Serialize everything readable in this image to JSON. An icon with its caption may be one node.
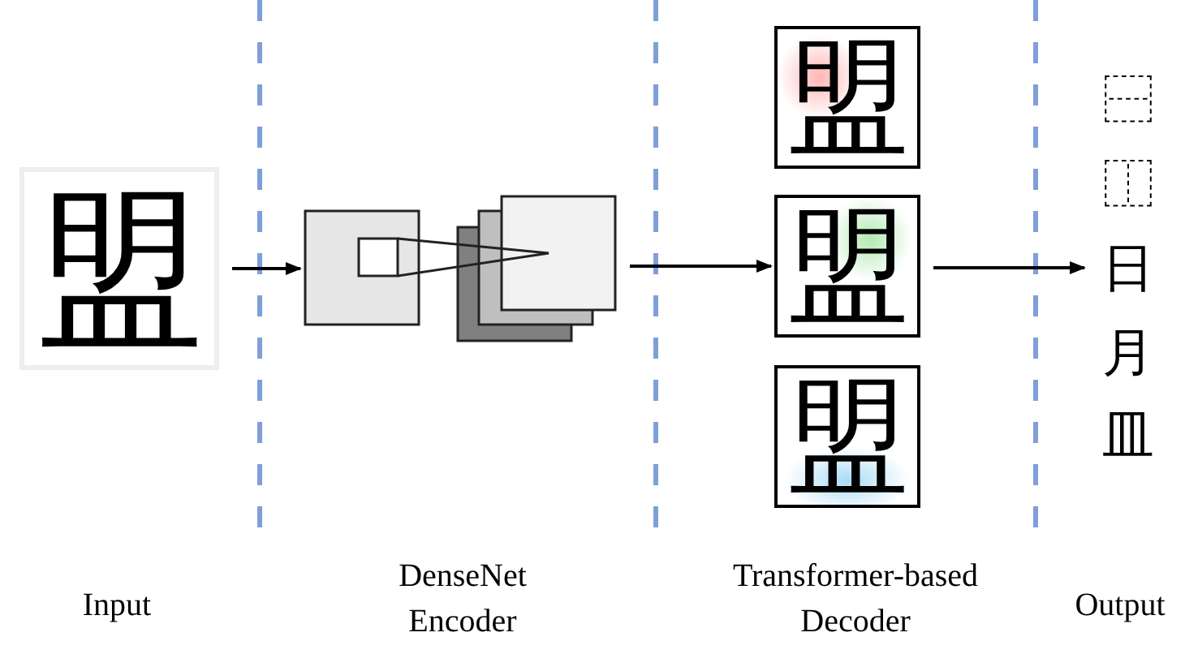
{
  "diagram": {
    "nodes": [
      {
        "text": [
          "盟"
        ]
      },
      {
        "text": [],
        "shape": "picture"
      },
      {
        "text": [
          "盟"
        ]
      },
      {
        "text": [
          "盟"
        ]
      },
      {
        "text": [
          "盟"
        ]
      },
      {
        "text": [
          "⿱",
          "⿰",
          "日",
          "月",
          "皿"
        ]
      }
    ],
    "edges": [
      {
        "from": 0,
        "to": 1,
        "arrow": "to"
      },
      {
        "from": 1,
        "to": 3,
        "arrow": "to"
      },
      {
        "from": 3,
        "to": 5,
        "arrow": "to"
      }
    ],
    "labels": [
      "Input",
      "DenseNet Encoder",
      "Transformer-based Decoder",
      "Output"
    ]
  }
}
